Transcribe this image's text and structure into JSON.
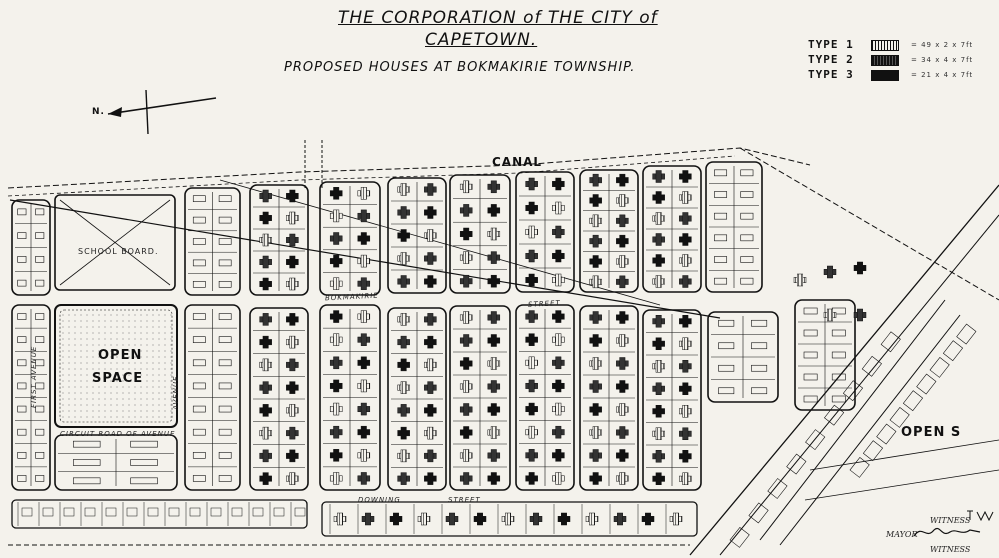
{
  "header": {
    "title_line1": "THE CORPORATION of THE CITY of",
    "title_line2": "CAPETOWN.",
    "subtitle": "PROPOSED HOUSES AT BOKMAKIRIE TOWNSHIP."
  },
  "legend": {
    "items": [
      {
        "label": "TYPE 1",
        "note": "= 49 x 2 x 7ft"
      },
      {
        "label": "TYPE 2",
        "note": "= 34 x 4 x 7ft"
      },
      {
        "label": "TYPE 3",
        "note": "= 21 x 4 x 7ft"
      }
    ]
  },
  "compass": {
    "label": "N."
  },
  "map": {
    "canal_label": "CANAL",
    "school_board_label": "SCHOOL  BOARD.",
    "open_space_line1": "OPEN",
    "open_space_line2": "SPACE",
    "open_space_right": "OPEN   S",
    "bokmakirie_street": "BOKMAKIRIE",
    "street_label": "STREET",
    "downing_label": "DOWNING",
    "downing_street": "STREET",
    "first_avenue": "FIRST  AVENUE",
    "circuit_road": "CIRCUIT ROAD OF AVENUE",
    "avenue_label": "AVENUE"
  },
  "signature": {
    "witness_1": "WITNESS",
    "mayor": "MAYOR",
    "witness_2": "WITNESS"
  },
  "colors": {
    "paper": "#f4f2ec",
    "ink": "#111111"
  }
}
